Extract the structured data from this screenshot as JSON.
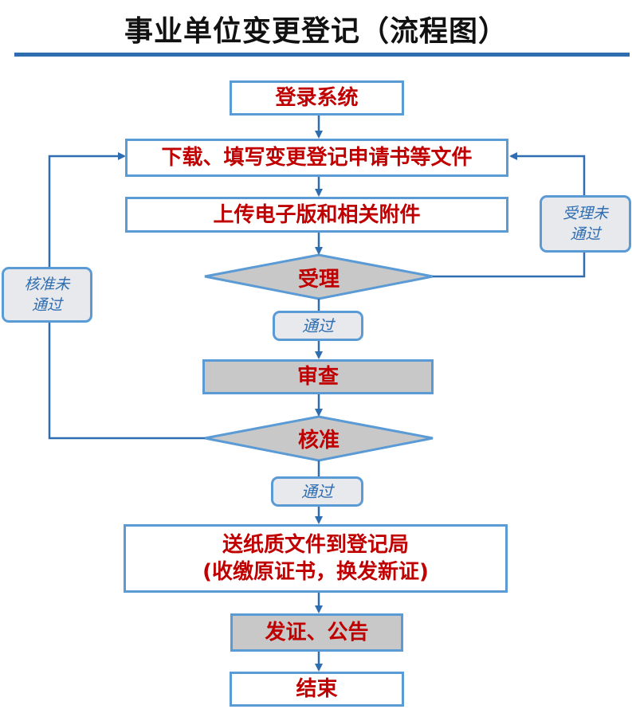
{
  "title": "事业单位变更登记（流程图）",
  "colors": {
    "accent": "#2e6db0",
    "border": "#5b9bd5",
    "text_red": "#c00000",
    "gray_fill": "#c8c8c8",
    "note_fill": "#e7e9ed"
  },
  "steps": {
    "login": "登录系统",
    "download": "下载、填写变更登记申请书等文件",
    "upload": "上传电子版和相关附件",
    "accept": "受理",
    "review": "审查",
    "approve": "核准",
    "send_line1": "送纸质文件到登记局",
    "send_line2": "(收缴原证书，换发新证)",
    "issue": "发证、公告",
    "end": "结束"
  },
  "labels": {
    "passed_1": "通过",
    "passed_2": "通过",
    "accept_fail_line1": "受理未",
    "accept_fail_line2": "通过",
    "approve_fail_line1": "核准未",
    "approve_fail_line2": "通过"
  }
}
